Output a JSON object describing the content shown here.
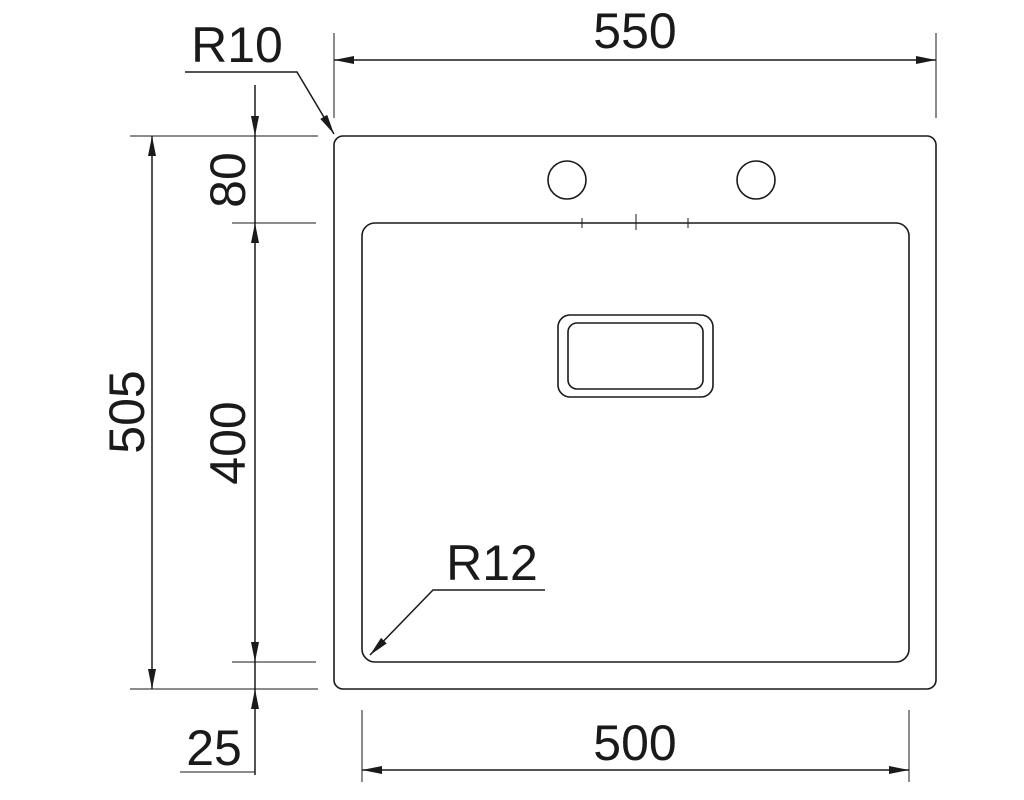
{
  "drawing": {
    "dimensions": {
      "overall_width": "550",
      "bowl_width": "500",
      "overall_depth": "505",
      "back_ledge": "80",
      "bowl_depth": "400",
      "front_ledge": "25",
      "outer_radius": "R10",
      "bowl_radius": "R12"
    },
    "colors": {
      "line": "#1a1a1a",
      "background": "#ffffff"
    }
  }
}
